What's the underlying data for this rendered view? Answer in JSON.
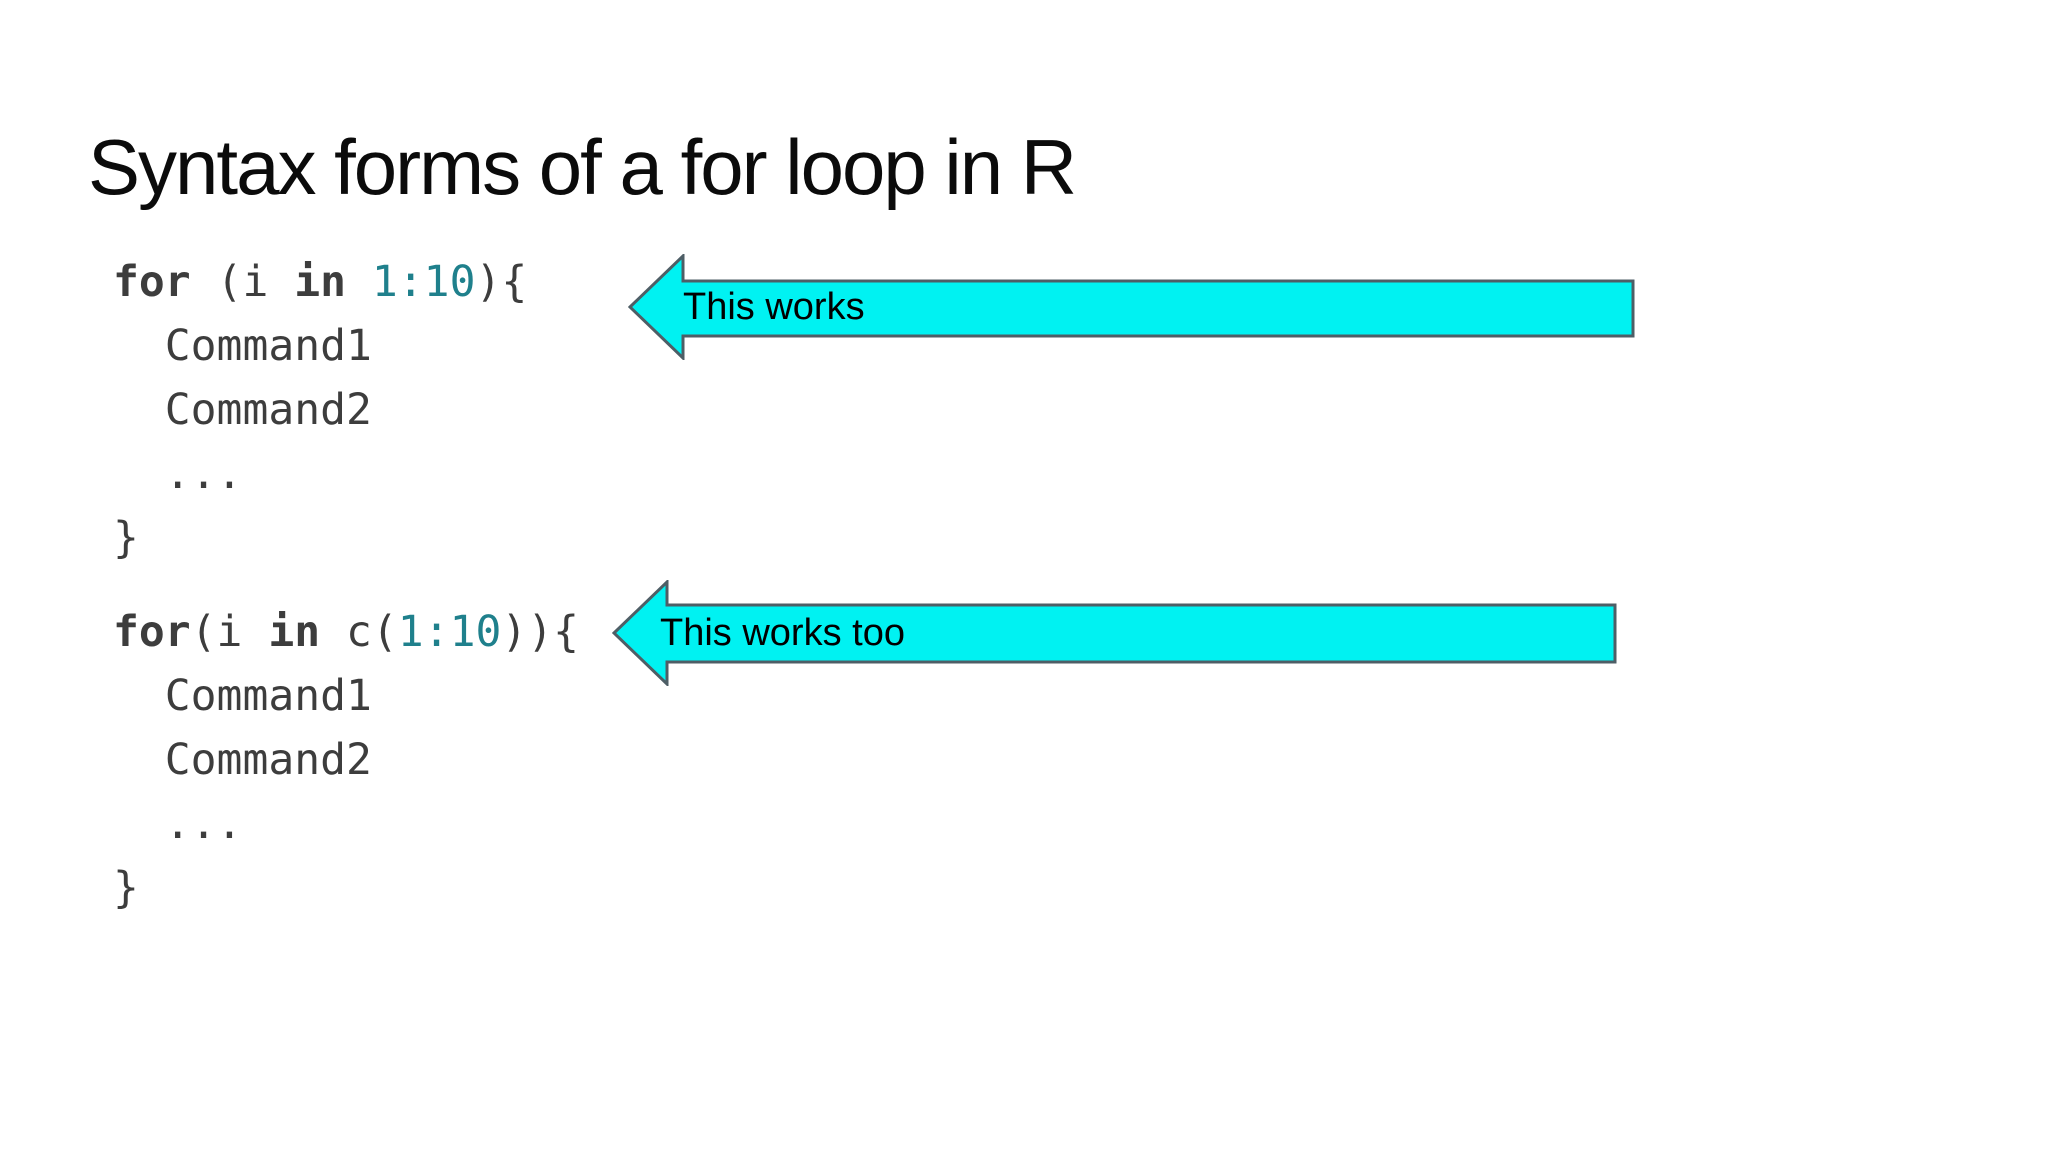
{
  "slide": {
    "title": "Syntax forms of a for loop in R",
    "background_color": "#ffffff"
  },
  "colors": {
    "title_text": "#0b0b0b",
    "code_text": "#3d3d3d",
    "code_number": "#1f808c",
    "arrow_fill": "#00f2f2",
    "arrow_outline": "#4e5e66",
    "arrow_label_text": "#000000"
  },
  "code1": {
    "l1": {
      "kw1": "for",
      "t1": " (i ",
      "kw2": "in",
      "t2": " ",
      "num": "1:10",
      "t3": "){"
    },
    "l2": "  Command1",
    "l3": "  Command2",
    "l4": "  ...",
    "l5": "}"
  },
  "code2": {
    "l1": {
      "kw1": "for",
      "t1": "(i ",
      "kw2": "in",
      "t2": " c(",
      "num": "1:10",
      "t3": ")){"
    },
    "l2": "  Command1",
    "l3": "  Command2",
    "l4": "  ...",
    "l5": "}"
  },
  "arrows": [
    {
      "label": "This works"
    },
    {
      "label": "This works too"
    }
  ]
}
